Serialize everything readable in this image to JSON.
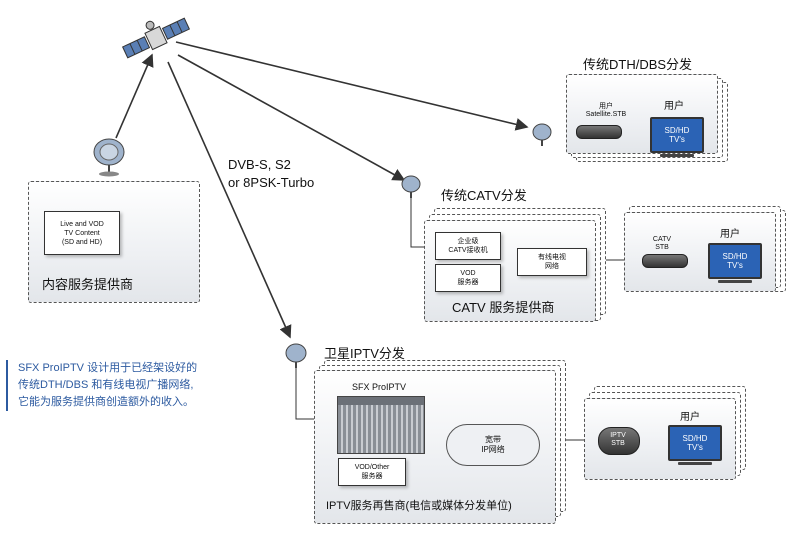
{
  "link_label": [
    "DVB-S, S2",
    "or 8PSK-Turbo"
  ],
  "content_provider": {
    "title": "内容服务提供商",
    "box": [
      "Live and VOD",
      "TV Content",
      "(SD and HD)"
    ]
  },
  "dth": {
    "title": "传统DTH/DBS分发",
    "stb_label": [
      "用户",
      "Satellite.STB"
    ],
    "user": "用户",
    "tv": [
      "SD/HD",
      "TV's"
    ]
  },
  "catv": {
    "title": "传统CATV分发",
    "receiver": [
      "企业级",
      "CATV接收机"
    ],
    "vod": [
      "VOD",
      "服务器"
    ],
    "network": [
      "有线电视",
      "网络"
    ],
    "footer": "CATV 服务提供商",
    "stb_label": [
      "CATV",
      "STB"
    ],
    "user": "用户",
    "tv": [
      "SD/HD",
      "TV's"
    ]
  },
  "iptv": {
    "title": "卫星IPTV分发",
    "server_label": "SFX ProIPTV",
    "vod": [
      "VOD/Other",
      "服务器"
    ],
    "cloud": [
      "宽带",
      "IP网络"
    ],
    "footer": "IPTV服务再售商(电信或媒体分发单位)",
    "stb_label": [
      "IPTV",
      "STB"
    ],
    "user": "用户",
    "tv": [
      "SD/HD",
      "TV's"
    ]
  },
  "note": [
    "SFX ProIPTV 设计用于已经架设好的",
    "传统DTH/DBS 和有线电视广播网络,",
    "它能为服务提供商创造额外的收入。"
  ],
  "colors": {
    "accent": "#2c5aa0",
    "tv": "#2b63b5"
  }
}
